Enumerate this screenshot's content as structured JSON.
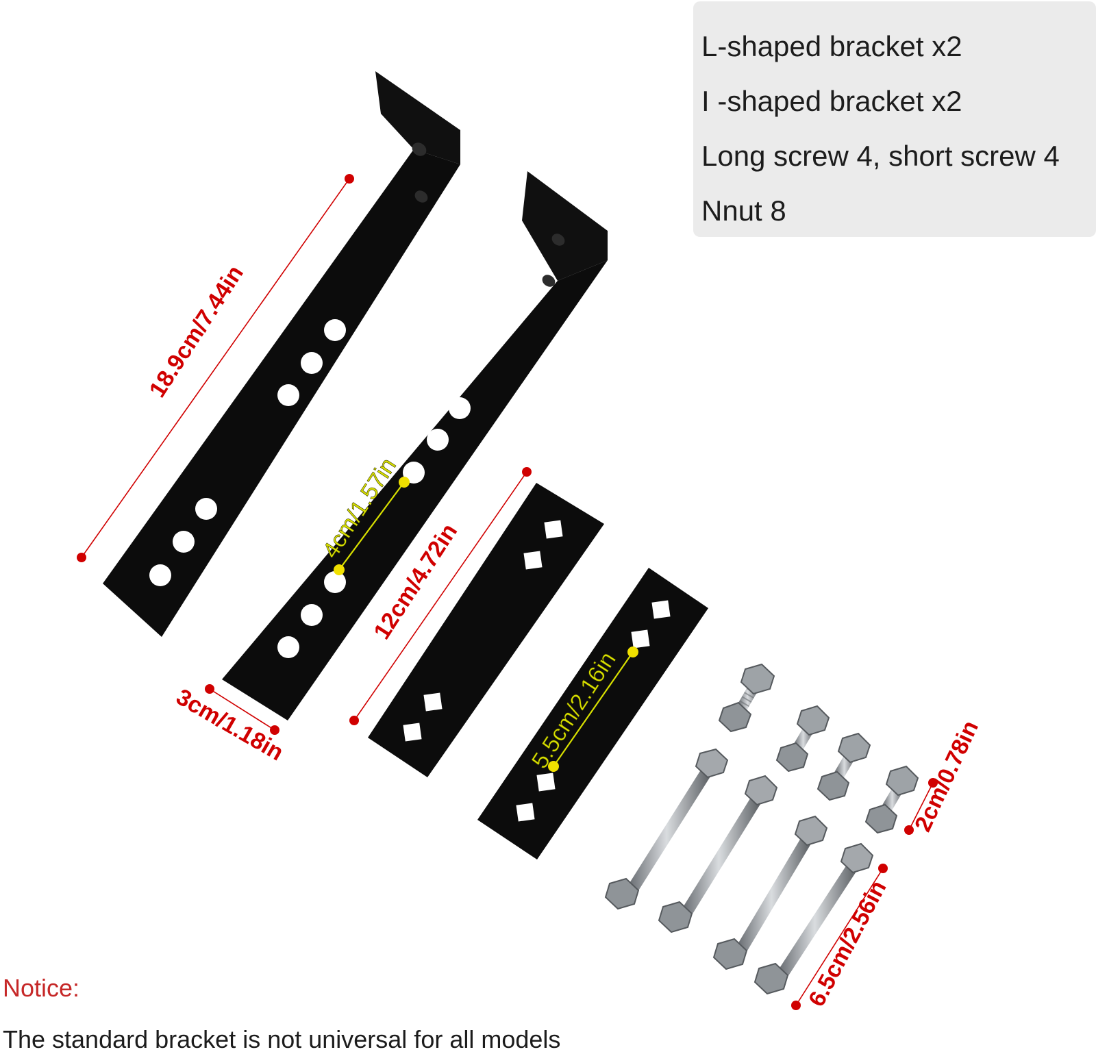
{
  "contents": {
    "lines": [
      "L-shaped bracket x2",
      "I -shaped bracket x2",
      "Long screw 4, short screw 4",
      "Nnut 8"
    ]
  },
  "dimensions": {
    "l_bracket_length": "18.9cm/7.44in",
    "hole_spacing": "4cm/1.57in",
    "bracket_width": "3cm/1.18in",
    "i_bracket_length": "12cm/4.72in",
    "i_bracket_hole_spacing": "5.5cm/2.16in",
    "short_screw_length": "2cm/0.78in",
    "long_screw_length": "6.5cm/2.56in"
  },
  "notice": {
    "title": "Notice:",
    "text": "The standard bracket is not universal for all models"
  },
  "colors": {
    "dimension_red": "#d00000",
    "dimension_yellow": "#d8e000",
    "metal_black": "#0c0c0c",
    "steel": "#a9adb1"
  }
}
